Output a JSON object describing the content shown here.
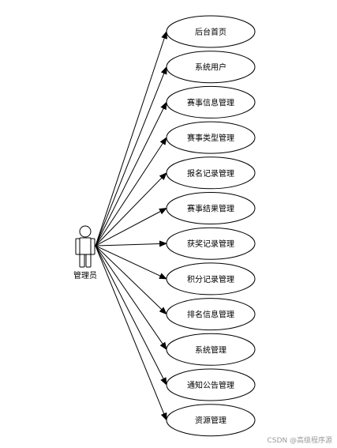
{
  "actor": {
    "label": "管理员",
    "icon": "person-icon"
  },
  "use_cases": [
    "后台首页",
    "系统用户",
    "赛事信息管理",
    "赛事类型管理",
    "报名记录管理",
    "赛事结果管理",
    "获奖记录管理",
    "积分记录管理",
    "排名信息管理",
    "系统管理",
    "通知公告管理",
    "资源管理"
  ],
  "watermark": "CSDN @高级程序源",
  "colors": {
    "line": "#000000",
    "actor_fill": "#ffffff",
    "ellipse_fill": "#ffffff",
    "watermark": "#9a9a9a"
  }
}
